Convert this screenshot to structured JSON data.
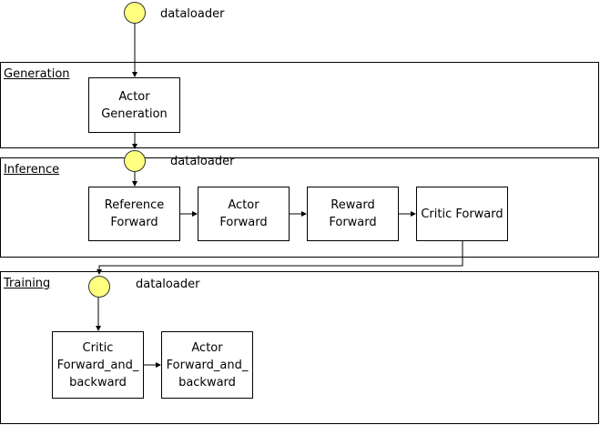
{
  "sections": {
    "generation": {
      "label": "Generation"
    },
    "inference": {
      "label": "Inference"
    },
    "training": {
      "label": "Training"
    }
  },
  "dataloaders": {
    "top": "dataloader",
    "inference": "dataloader",
    "training": "dataloader"
  },
  "nodes": {
    "actor_generation": "Actor\nGeneration",
    "reference_forward": "Reference\nForward",
    "actor_forward": "Actor\nForward",
    "reward_forward": "Reward\nForward",
    "critic_forward": "Critic Forward",
    "critic_forward_backward": "Critic\nForward_and_\nbackward",
    "actor_forward_backward": "Actor\nForward_and_\nbackward"
  },
  "colors": {
    "dataloader_fill": "#ffff80",
    "stroke": "#000000"
  }
}
